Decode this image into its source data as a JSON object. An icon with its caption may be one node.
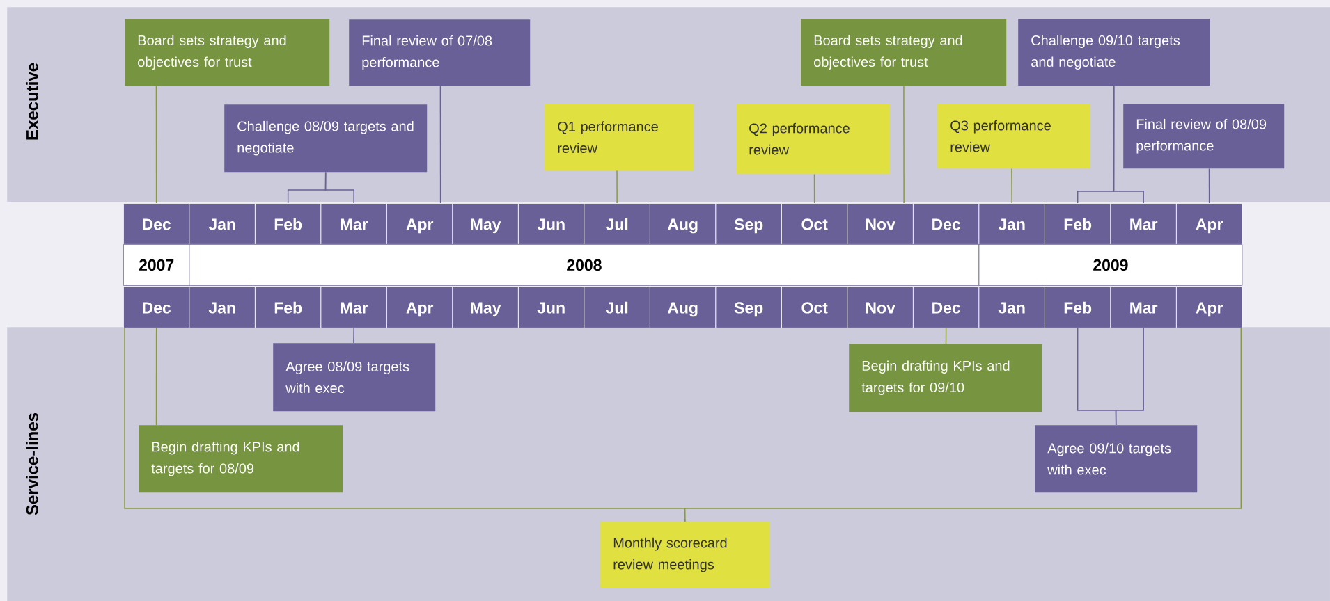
{
  "diagram": {
    "nodes": [
      {
        "text": [
          "Executive"
        ]
      },
      {
        "text": [
          "Service-lines"
        ]
      },
      {
        "text": [
          "Board sets strategy and objectives for trust"
        ],
        "in": 0
      },
      {
        "text": [
          "Final review of 07/08 performance"
        ],
        "in": 0
      },
      {
        "text": [
          "Challenge 08/09 targets and negotiate"
        ],
        "in": 0
      },
      {
        "text": [
          "Q1 performance review"
        ],
        "in": 0
      },
      {
        "text": [
          "Q2 performance review"
        ],
        "in": 0
      },
      {
        "text": [
          "Board sets strategy and objectives for trust"
        ],
        "in": 0
      },
      {
        "text": [
          "Challenge 09/10 targets and negotiate"
        ],
        "in": 0
      },
      {
        "text": [
          "Q3 performance review"
        ],
        "in": 0
      },
      {
        "text": [
          "Final review of 08/09 performance"
        ],
        "in": 0
      },
      {
        "text": [
          "Dec"
        ]
      },
      {
        "text": [
          "Jan"
        ]
      },
      {
        "text": [
          "Feb"
        ]
      },
      {
        "text": [
          "Mar"
        ]
      },
      {
        "text": [
          "Apr"
        ]
      },
      {
        "text": [
          "May"
        ]
      },
      {
        "text": [
          "Jun"
        ]
      },
      {
        "text": [
          "Jul"
        ]
      },
      {
        "text": [
          "Aug"
        ]
      },
      {
        "text": [
          "Sep"
        ]
      },
      {
        "text": [
          "Oct"
        ]
      },
      {
        "text": [
          "Nov"
        ]
      },
      {
        "text": [
          "Dec"
        ]
      },
      {
        "text": [
          "Jan"
        ]
      },
      {
        "text": [
          "Feb"
        ]
      },
      {
        "text": [
          "Mar"
        ]
      },
      {
        "text": [
          "Apr"
        ]
      },
      {
        "text": [
          "2007"
        ]
      },
      {
        "text": [
          "2008"
        ]
      },
      {
        "text": [
          "2009"
        ]
      },
      {
        "text": [
          "Dec"
        ]
      },
      {
        "text": [
          "Jan"
        ]
      },
      {
        "text": [
          "Feb"
        ]
      },
      {
        "text": [
          "Mar"
        ]
      },
      {
        "text": [
          "Apr"
        ]
      },
      {
        "text": [
          "May"
        ]
      },
      {
        "text": [
          "Jun"
        ]
      },
      {
        "text": [
          "Jul"
        ]
      },
      {
        "text": [
          "Aug"
        ]
      },
      {
        "text": [
          "Sep"
        ]
      },
      {
        "text": [
          "Oct"
        ]
      },
      {
        "text": [
          "Nov"
        ]
      },
      {
        "text": [
          "Dec"
        ]
      },
      {
        "text": [
          "Jan"
        ]
      },
      {
        "text": [
          "Feb"
        ]
      },
      {
        "text": [
          "Mar"
        ]
      },
      {
        "text": [
          "Apr"
        ]
      },
      {
        "text": [
          "Agree 08/09 targets with exec"
        ],
        "in": 1
      },
      {
        "text": [
          "Begin drafting KPIs and targets for 08/09"
        ],
        "in": 1
      },
      {
        "text": [
          "Begin drafting KPIs and targets for 09/10"
        ],
        "in": 1
      },
      {
        "text": [
          "Agree 09/10 targets with exec"
        ],
        "in": 1
      },
      {
        "text": [
          "Monthly scorecard review meetings"
        ],
        "in": 1
      }
    ],
    "edges": [
      {
        "from": 2,
        "to": 11,
        "arrow": "none"
      },
      {
        "from": 3,
        "to": 15,
        "arrow": "none",
        "color": "#686096"
      },
      {
        "from": 4,
        "to": 13,
        "arrow": "none",
        "color": "#686096"
      },
      {
        "from": 4,
        "to": 14,
        "arrow": "none",
        "color": "#686096"
      },
      {
        "from": 5,
        "to": 18,
        "arrow": "none"
      },
      {
        "from": 6,
        "to": 21,
        "arrow": "none"
      },
      {
        "from": 7,
        "to": 22,
        "arrow": "none"
      },
      {
        "from": 8,
        "to": 25,
        "arrow": "none",
        "color": "#686096"
      },
      {
        "from": 8,
        "to": 26,
        "arrow": "none",
        "color": "#686096"
      },
      {
        "from": 9,
        "to": 24,
        "arrow": "none"
      },
      {
        "from": 10,
        "to": 27,
        "arrow": "none",
        "color": "#686096"
      },
      {
        "from": 48,
        "to": 34,
        "arrow": "none",
        "color": "#686096"
      },
      {
        "from": 49,
        "to": 31,
        "arrow": "none"
      },
      {
        "from": 50,
        "to": 43,
        "arrow": "none"
      },
      {
        "from": 51,
        "to": 45,
        "arrow": "none",
        "color": "#686096"
      },
      {
        "from": 51,
        "to": 46,
        "arrow": "none",
        "color": "#686096"
      },
      {
        "from": 52,
        "to": 31,
        "arrow": "none"
      },
      {
        "from": 52,
        "to": 47,
        "arrow": "none"
      }
    ]
  }
}
